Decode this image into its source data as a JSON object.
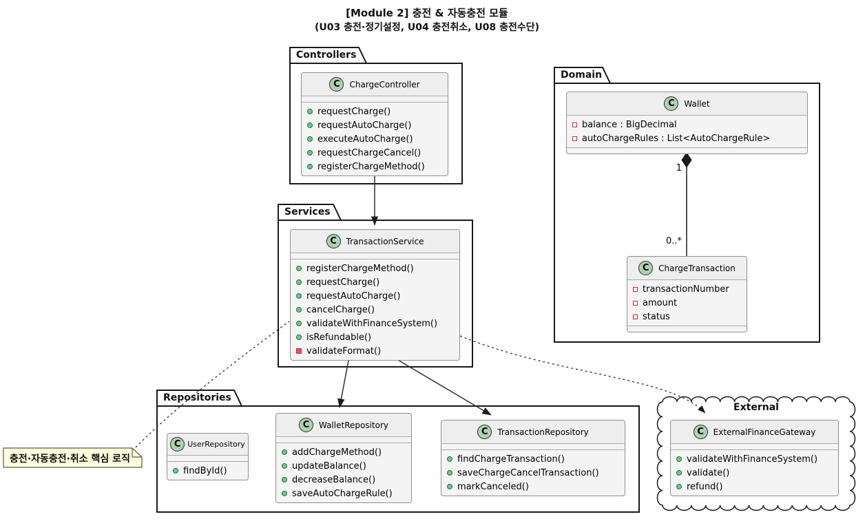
{
  "title": {
    "line1": "[Module 2] 충전 & 자동충전 모듈",
    "line2": "(U03 충전·정기설정, U04 충전취소, U08 충전수단)"
  },
  "packages": {
    "controllers": {
      "label": "Controllers"
    },
    "services": {
      "label": "Services"
    },
    "domain": {
      "label": "Domain"
    },
    "repositories": {
      "label": "Repositories"
    },
    "external": {
      "label": "External"
    }
  },
  "class_icon_letter": "C",
  "classes": {
    "chargeController": {
      "name": "ChargeController",
      "methods": [
        {
          "v": "public",
          "n": "requestCharge()"
        },
        {
          "v": "public",
          "n": "requestAutoCharge()"
        },
        {
          "v": "public",
          "n": "executeAutoCharge()"
        },
        {
          "v": "public",
          "n": "requestChargeCancel()"
        },
        {
          "v": "public",
          "n": "registerChargeMethod()"
        }
      ]
    },
    "transactionService": {
      "name": "TransactionService",
      "methods": [
        {
          "v": "public",
          "n": "registerChargeMethod()"
        },
        {
          "v": "public",
          "n": "requestCharge()"
        },
        {
          "v": "public",
          "n": "requestAutoCharge()"
        },
        {
          "v": "public",
          "n": "cancelCharge()"
        },
        {
          "v": "public",
          "n": "validateWithFinanceSystem()"
        },
        {
          "v": "public",
          "n": "isRefundable()"
        },
        {
          "v": "private",
          "n": "validateFormat()"
        }
      ]
    },
    "wallet": {
      "name": "Wallet",
      "attributes": [
        {
          "v": "field",
          "n": "balance : BigDecimal"
        },
        {
          "v": "field",
          "n": "autoChargeRules : List<AutoChargeRule>"
        }
      ]
    },
    "chargeTransaction": {
      "name": "ChargeTransaction",
      "attributes": [
        {
          "v": "field",
          "n": "transactionNumber"
        },
        {
          "v": "field",
          "n": "amount"
        },
        {
          "v": "field",
          "n": "status"
        }
      ]
    },
    "userRepository": {
      "name": "UserRepository",
      "methods": [
        {
          "v": "public",
          "n": "findById()"
        }
      ]
    },
    "walletRepository": {
      "name": "WalletRepository",
      "methods": [
        {
          "v": "public",
          "n": "addChargeMethod()"
        },
        {
          "v": "public",
          "n": "updateBalance()"
        },
        {
          "v": "public",
          "n": "decreaseBalance()"
        },
        {
          "v": "public",
          "n": "saveAutoChargeRule()"
        }
      ]
    },
    "transactionRepository": {
      "name": "TransactionRepository",
      "methods": [
        {
          "v": "public",
          "n": "findChargeTransaction()"
        },
        {
          "v": "public",
          "n": "saveChargeCancelTransaction()"
        },
        {
          "v": "public",
          "n": "markCanceled()"
        }
      ]
    },
    "externalFinanceGateway": {
      "name": "ExternalFinanceGateway",
      "methods": [
        {
          "v": "public",
          "n": "validateWithFinanceSystem()"
        },
        {
          "v": "public",
          "n": "validate()"
        },
        {
          "v": "public",
          "n": "refund()"
        }
      ]
    }
  },
  "relationships": {
    "composition": {
      "type": "composition",
      "one": "1",
      "many": "0..*"
    }
  },
  "note": {
    "text": "충전·자동충전·취소 핵심 로직"
  },
  "colors": {
    "class_icon_bg": "#ADD1B2",
    "public_method_green": "#84BE84",
    "private_red": "#F24D5C",
    "field_border_red": "#C82930",
    "note_bg": "#FEFFDD",
    "package_border": "#181818",
    "class_bg": "#f4f4f4"
  }
}
